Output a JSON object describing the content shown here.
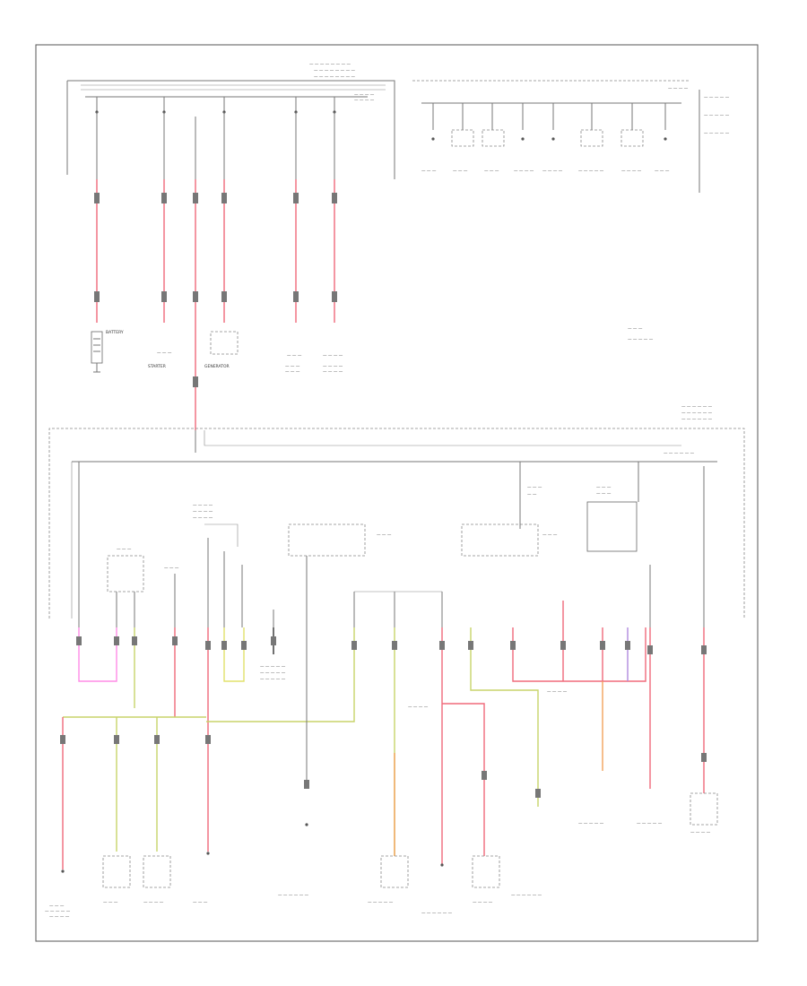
{
  "labels": {
    "battery": "BATTERY",
    "starter": "STARTER",
    "generator": "GENERATOR"
  }
}
